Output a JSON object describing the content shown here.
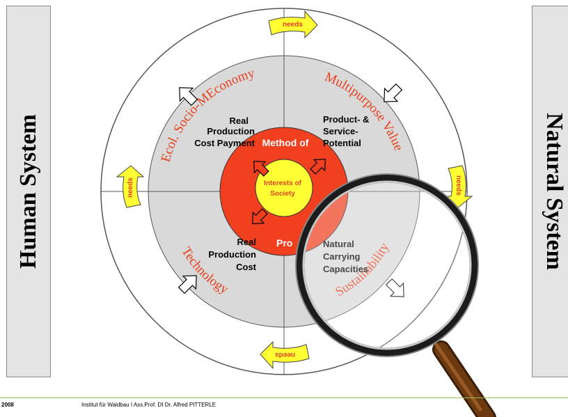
{
  "side_panels": {
    "left": "Human System",
    "right": "Natural System"
  },
  "outer_ring": {
    "top_left": "Ecol. Socio-MEconomy",
    "top_right": "Multipurpose Value",
    "bottom_left": "Technology",
    "bottom_right": "Sustainability"
  },
  "needs_label": "needs",
  "quadrants": {
    "top_left": [
      "Real",
      "Production",
      "Cost Payment"
    ],
    "top_right": [
      "Product- &",
      "Service-",
      "Potential"
    ],
    "bottom_left": [
      "Real",
      "Production",
      "Cost"
    ],
    "bottom_right": [
      "Natural",
      "Carrying",
      "Capacities"
    ]
  },
  "red_circle": {
    "top": "Method of",
    "bottom": "Pro"
  },
  "center": [
    "Interests of",
    "Society"
  ],
  "footer": {
    "year": "2008",
    "institute": "Institut für Waldbau   I   Ass.Prof. DI Dr. Alfred PITTERLE"
  },
  "colors": {
    "outer_ring": "#ffffff",
    "inner_disc": "#d9d9d9",
    "red_circle": "#f04020",
    "center": "#ffff33",
    "accent_text": "#e8401c",
    "needs_arrow": "#ffff33",
    "panel": "#e4e4e4",
    "footer_line": "#9bbb59",
    "lens_handle": "#6b3a10"
  }
}
